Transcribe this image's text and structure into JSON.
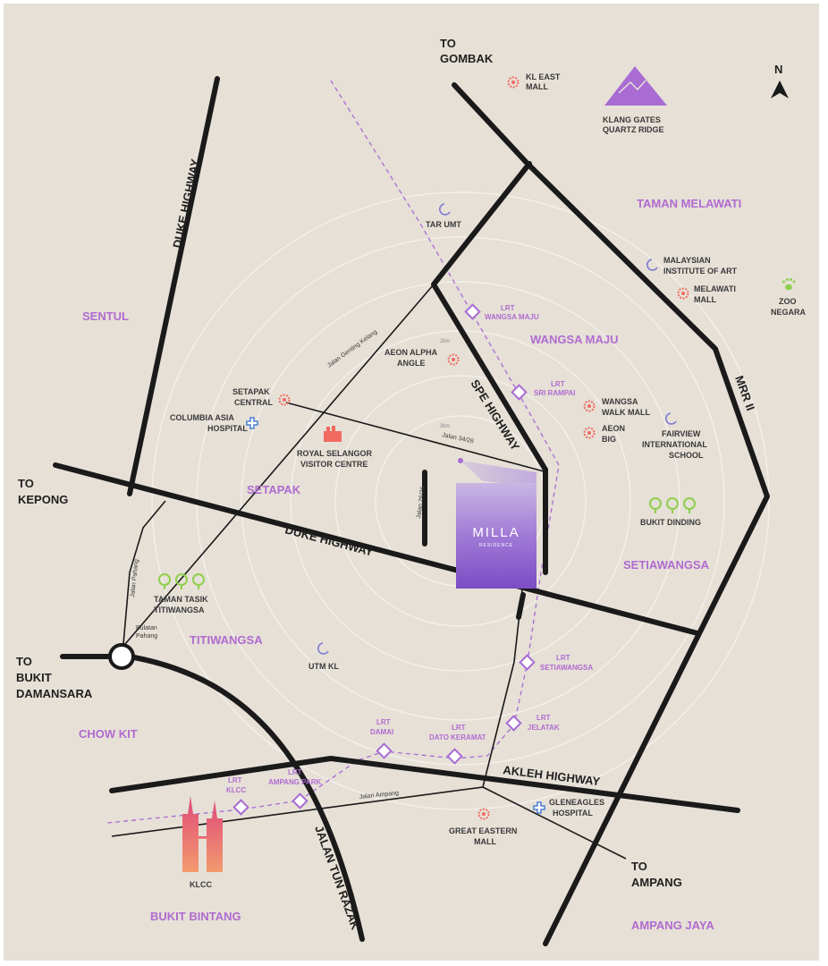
{
  "colors": {
    "background": "#e6e0d7",
    "road": "#1a1a1a",
    "ring": "#f3f0ec",
    "lrt": "#a86cd3",
    "area_label": "#b06bd0",
    "mall": "#f16a5f",
    "hospital": "#4a7ed1",
    "park": "#8fcf4c",
    "milla_tower": "#9a6fd0"
  },
  "compass": {
    "label": "N"
  },
  "destinations": [
    {
      "lines": [
        "TO",
        "GOMBAK"
      ]
    },
    {
      "lines": [
        "TO",
        "KEPONG"
      ]
    },
    {
      "lines": [
        "TO",
        "BUKIT",
        "DAMANSARA"
      ]
    },
    {
      "lines": [
        "TO",
        "AMPANG"
      ]
    }
  ],
  "roads": {
    "duke_highway_vertical": "DUKE HIGHWAY",
    "duke_highway_horizontal": "DUKE HIGHWAY",
    "spe_highway": "SPE HIGHWAY",
    "mrr_ii": "MRR II",
    "akleh_highway": "AKLEH HIGHWAY",
    "jalan_tun_razak": "JALAN TUN RAZAK"
  },
  "streets": {
    "jalan_genting_kelang": "Jalan Genting Kelang",
    "jalan_34_26": "Jalan 34/26",
    "jalan_26_26": "Jalan 26/26",
    "jalan_pahang": "Jalan Pahang",
    "bulatan_pahang": [
      "Bulatan",
      "Pahang"
    ],
    "jalan_ampang": "Jalan Ampang"
  },
  "ring_labels": [
    "2km",
    "3km"
  ],
  "areas": {
    "sentul": "SENTUL",
    "taman_melawati": "TAMAN MELAWATI",
    "wangsa_maju": "WANGSA MAJU",
    "setapak": "SETAPAK",
    "setiawangsa": "SETIAWANGSA",
    "titiwangsa": "TITIWANGSA",
    "chow_kit": "CHOW KIT",
    "bukit_bintang": "BUKIT BINTANG",
    "ampang_jaya": "AMPANG JAYA"
  },
  "landmarks": {
    "kl_east_mall": [
      "KL EAST",
      "MALL"
    ],
    "klang_gates": [
      "KLANG GATES",
      "QUARTZ RIDGE"
    ],
    "tar_umt": [
      "TAR UMT"
    ],
    "malaysian_institute_of_art": [
      "MALAYSIAN",
      "INSTITUTE OF ART"
    ],
    "melawati_mall": [
      "MELAWATI",
      "MALL"
    ],
    "zoo_negara": [
      "ZOO",
      "NEGARA"
    ],
    "aeon_alpha_angle": [
      "AEON ALPHA",
      "ANGLE"
    ],
    "setapak_central": [
      "SETAPAK",
      "CENTRAL"
    ],
    "columbia_asia": [
      "COLUMBIA ASIA",
      "HOSPITAL"
    ],
    "royal_selangor": [
      "ROYAL SELANGOR",
      "VISITOR CENTRE"
    ],
    "wangsa_walk_mall": [
      "WANGSA",
      "WALK MALL"
    ],
    "aeon_big": [
      "AEON",
      "BIG"
    ],
    "fairview_school": [
      "FAIRVIEW",
      "INTERNATIONAL",
      "SCHOOL"
    ],
    "bukit_dinding": [
      "BUKIT DINDING"
    ],
    "taman_tasik_titiwangsa": [
      "TAMAN TASIK",
      "TITIWANGSA"
    ],
    "utm_kl": [
      "UTM KL"
    ],
    "gleneagles": [
      "GLENEAGLES",
      "HOSPITAL"
    ],
    "great_eastern_mall": [
      "GREAT EASTERN",
      "MALL"
    ],
    "klcc": [
      "KLCC"
    ]
  },
  "lrt_stations": [
    {
      "lines": [
        "LRT",
        "WANGSA MAJU"
      ]
    },
    {
      "lines": [
        "LRT",
        "SRI RAMPAI"
      ]
    },
    {
      "lines": [
        "LRT",
        "SETIAWANGSA"
      ]
    },
    {
      "lines": [
        "LRT",
        "JELATAK"
      ]
    },
    {
      "lines": [
        "LRT",
        "DATO KERAMAT"
      ]
    },
    {
      "lines": [
        "LRT",
        "DAMAI"
      ]
    },
    {
      "lines": [
        "LRT",
        "AMPANG PARK"
      ]
    },
    {
      "lines": [
        "LRT",
        "KLCC"
      ]
    }
  ],
  "project": {
    "name": "MILLA",
    "subtitle": "RESIDENCE"
  }
}
